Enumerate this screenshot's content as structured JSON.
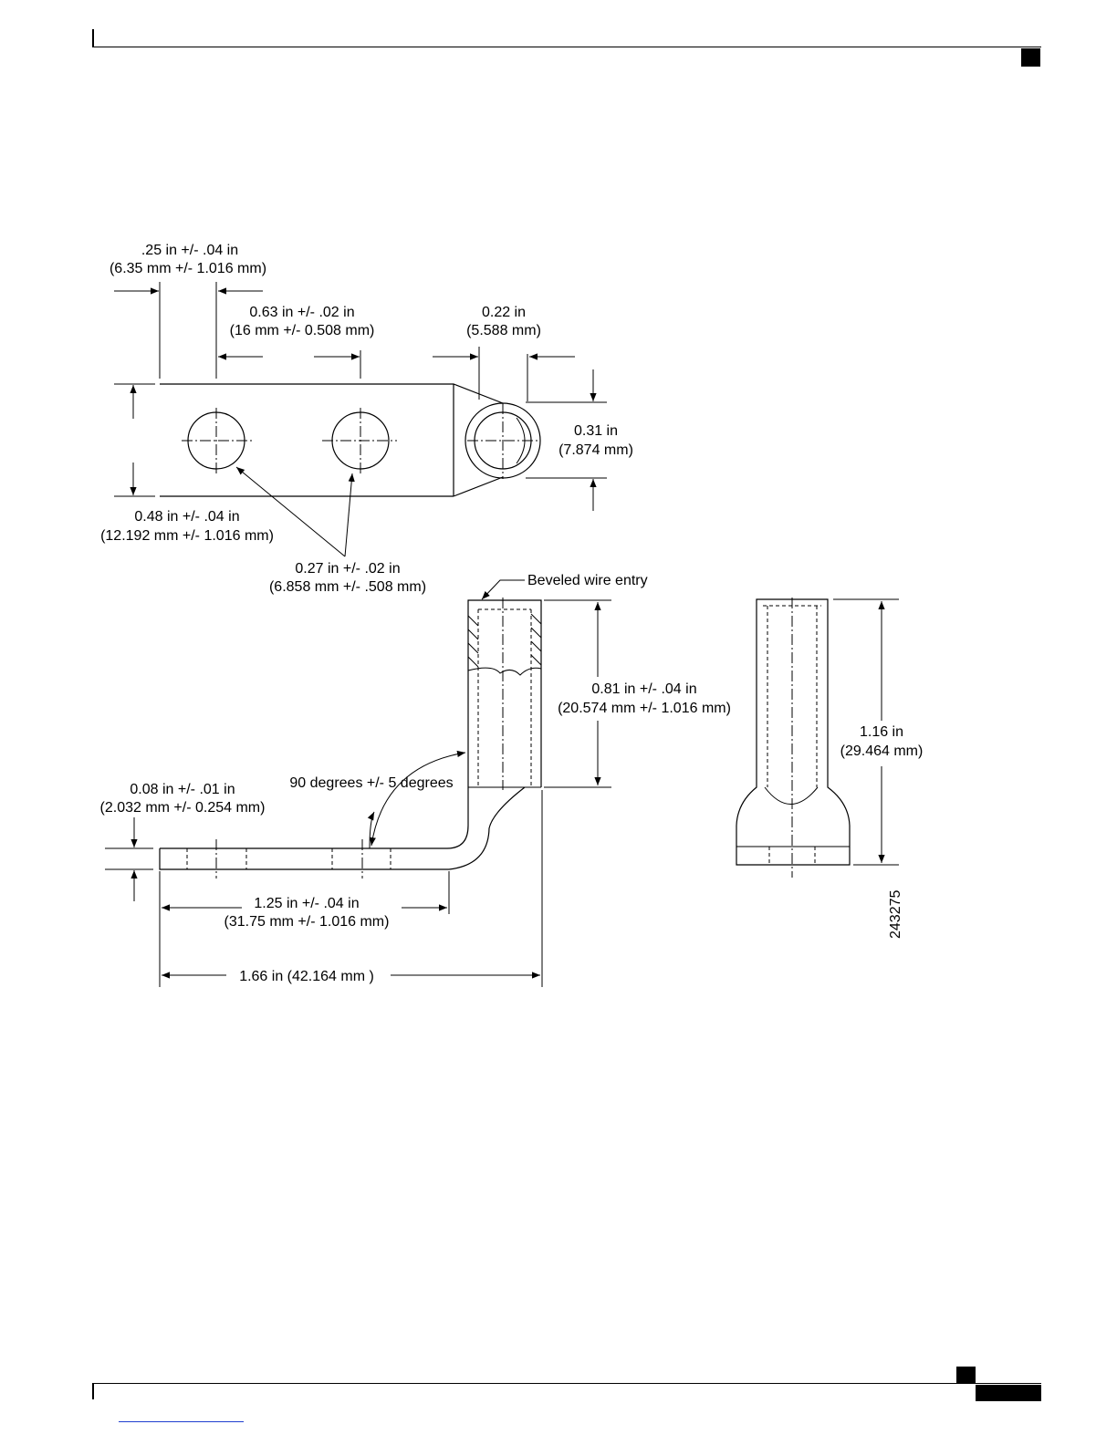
{
  "labels": {
    "d1_l1": ".25 in +/- .04 in",
    "d1_l2": "(6.35 mm +/- 1.016 mm)",
    "d2_l1": "0.63 in +/- .02 in",
    "d2_l2": "(16 mm +/- 0.508 mm)",
    "d3_l1": "0.22 in",
    "d3_l2": "(5.588 mm)",
    "d4_l1": "0.31 in",
    "d4_l2": "(7.874 mm)",
    "d5_l1": "0.48 in +/- .04 in",
    "d5_l2": "(12.192 mm +/- 1.016 mm)",
    "d6_l1": "0.27 in +/- .02 in",
    "d6_l2": "(6.858 mm +/- .508 mm)",
    "bevel": "Beveled wire entry",
    "d7_l1": "0.81 in +/- .04 in",
    "d7_l2": "(20.574 mm +/- 1.016 mm)",
    "d8_l1": "1.16 in",
    "d8_l2": "(29.464 mm)",
    "angle": "90 degrees +/- 5 degrees",
    "d9_l1": "0.08 in +/- .01 in",
    "d9_l2": "(2.032 mm +/- 0.254 mm)",
    "d10_l1": "1.25 in +/- .04 in",
    "d10_l2": "(31.75 mm +/- 1.016 mm)",
    "d11": "1.66 in (42.164 mm )",
    "fig_id": "243275"
  }
}
